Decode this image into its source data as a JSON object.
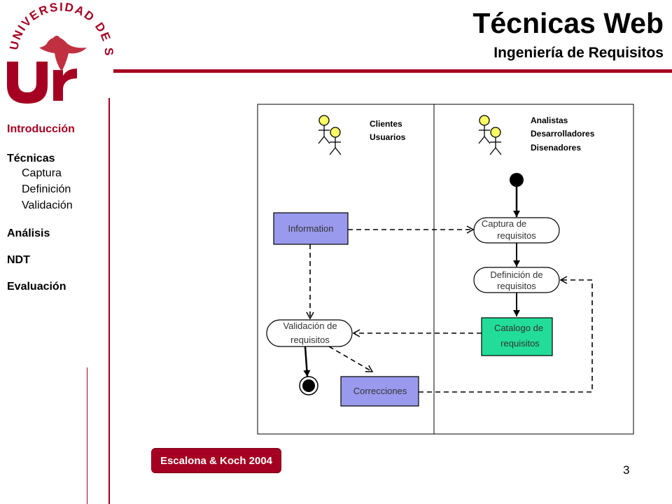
{
  "header": {
    "title": "Técnicas Web",
    "subtitle": "Ingeniería de Requisitos",
    "logo_text": "UNIVERSIDAD DE SEVILLA",
    "accent_color": "#a50021"
  },
  "nav": {
    "items": [
      {
        "label": "Introducción",
        "active": true,
        "subitems": []
      },
      {
        "label": "Técnicas",
        "active": false,
        "subitems": [
          "Captura",
          "Definición",
          "Validación"
        ]
      },
      {
        "label": "Análisis",
        "active": false,
        "subitems": []
      },
      {
        "label": "NDT",
        "active": false,
        "subitems": []
      },
      {
        "label": "Evaluación",
        "active": false,
        "subitems": []
      }
    ]
  },
  "diagram": {
    "lane_left": {
      "line1": "Clientes",
      "line2": "Usuarios"
    },
    "lane_right": {
      "line1": "Analistas",
      "line2": "Desarrolladores",
      "line3": "Disenadores"
    },
    "information": "Information",
    "captura": {
      "line1": "Captura de",
      "line2": "requisitos"
    },
    "definicion": {
      "line1": "Definición de",
      "line2": "requisitos"
    },
    "catalogo": {
      "line1": "Catalogo de",
      "line2": "requisitos"
    },
    "validacion": {
      "line1": "Validación de",
      "line2": "requisitos"
    },
    "correcciones": "Correcciones",
    "colors": {
      "object_box": "#9999ee",
      "catalog_box": "#22dd99",
      "actor_head": "#ffff66"
    }
  },
  "footer": {
    "citation": "Escalona & Koch 2004",
    "page_number": "3"
  }
}
